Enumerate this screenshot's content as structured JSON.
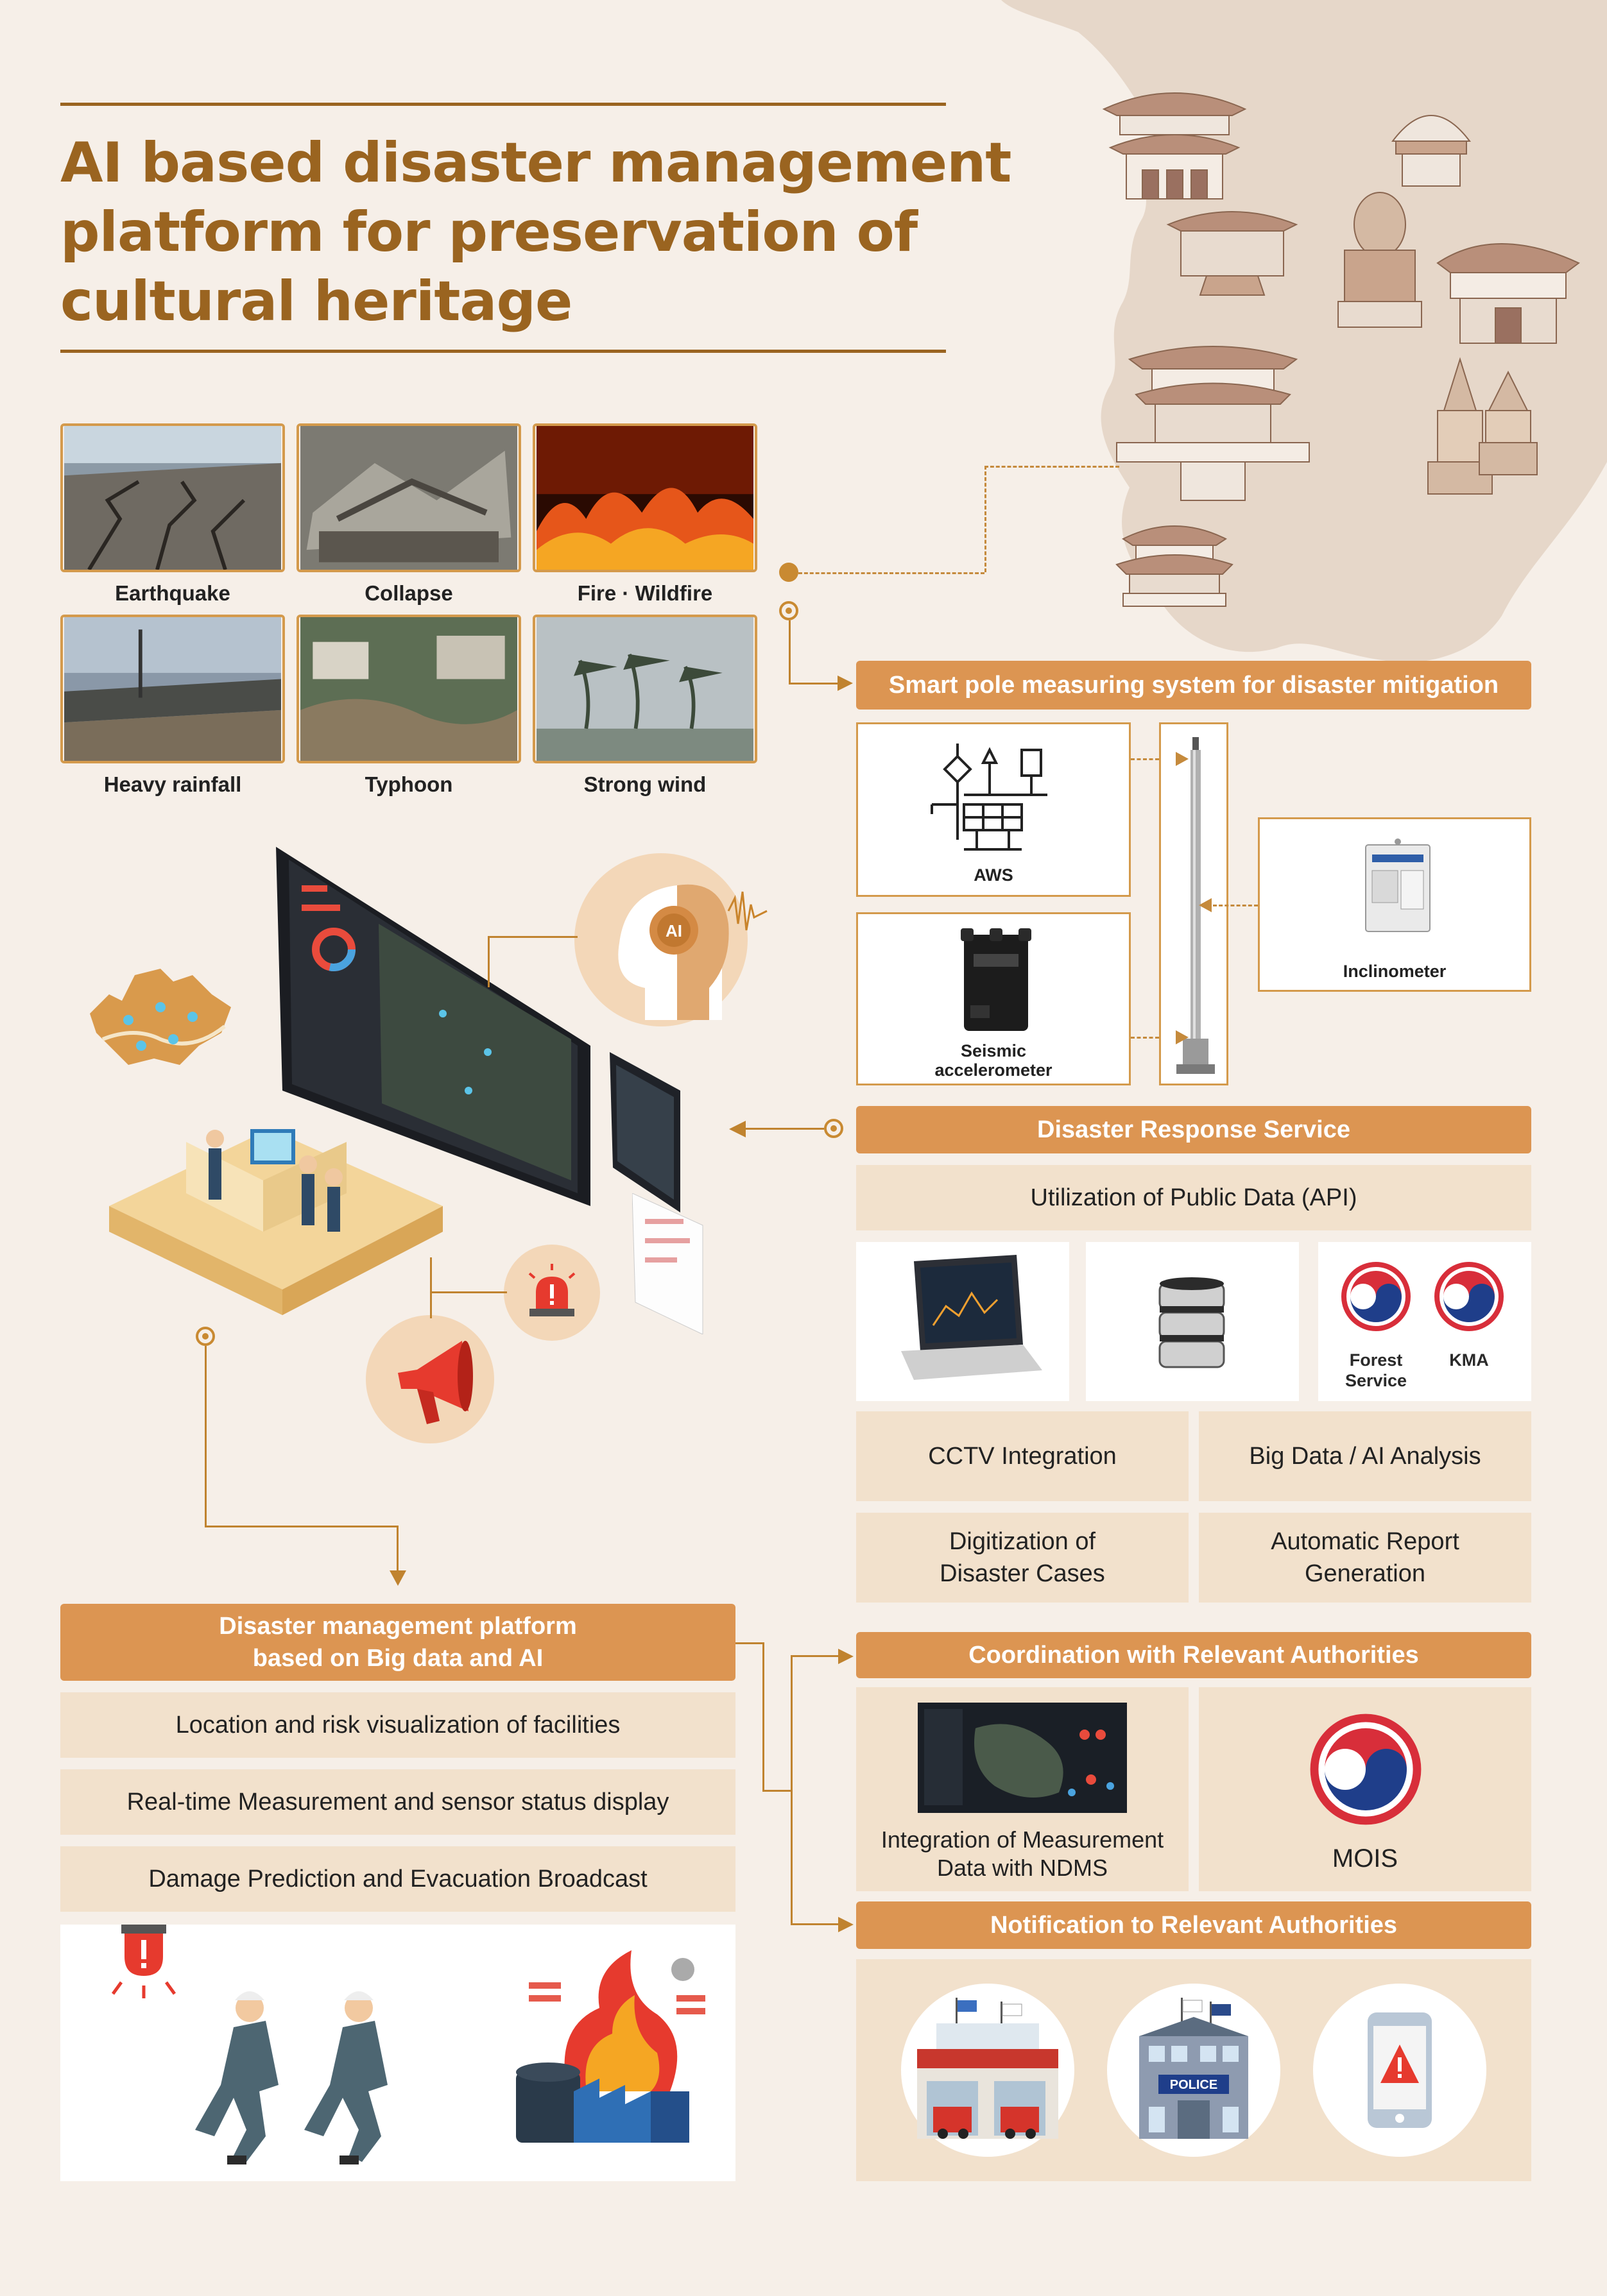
{
  "title": {
    "line1": "AI based disaster management",
    "line2": "platform for preservation of",
    "line3": "cultural heritage"
  },
  "disasters": [
    {
      "label": "Earthquake"
    },
    {
      "label": "Collapse"
    },
    {
      "label": "Fire · Wildfire"
    },
    {
      "label": "Heavy rainfall"
    },
    {
      "label": "Typhoon"
    },
    {
      "label": "Strong wind"
    }
  ],
  "smart_pole": {
    "header": "Smart pole measuring system for disaster mitigation",
    "aws_label": "AWS",
    "seismic_label_1": "Seismic",
    "seismic_label_2": "accelerometer",
    "inclinometer_label": "Inclinometer"
  },
  "response": {
    "header": "Disaster Response Service",
    "public_data": "Utilization of Public Data (API)",
    "forest_1": "Forest",
    "forest_2": "Service",
    "kma": "KMA",
    "cctv": "CCTV Integration",
    "bigdata": "Big Data / AI Analysis",
    "digitization_1": "Digitization of",
    "digitization_2": "Disaster Cases",
    "report_1": "Automatic Report",
    "report_2": "Generation"
  },
  "platform": {
    "header_1": "Disaster management platform",
    "header_2": "based on Big data and AI",
    "items": [
      "Location and risk visualization of facilities",
      "Real-time Measurement and sensor status display",
      "Damage Prediction and Evacuation Broadcast"
    ]
  },
  "coordination": {
    "header": "Coordination with Relevant Authorities",
    "ndms_1": "Integration of Measurement",
    "ndms_2": "Data with NDMS",
    "mois": "MOIS"
  },
  "notification": {
    "header": "Notification to Relevant Authorities",
    "police_sign": "POLICE"
  },
  "colors": {
    "accent": "#dc9552",
    "title": "#9a6420",
    "tile": "#f2e1cc",
    "background": "#f6efe8",
    "map": "#e6d7c9"
  }
}
